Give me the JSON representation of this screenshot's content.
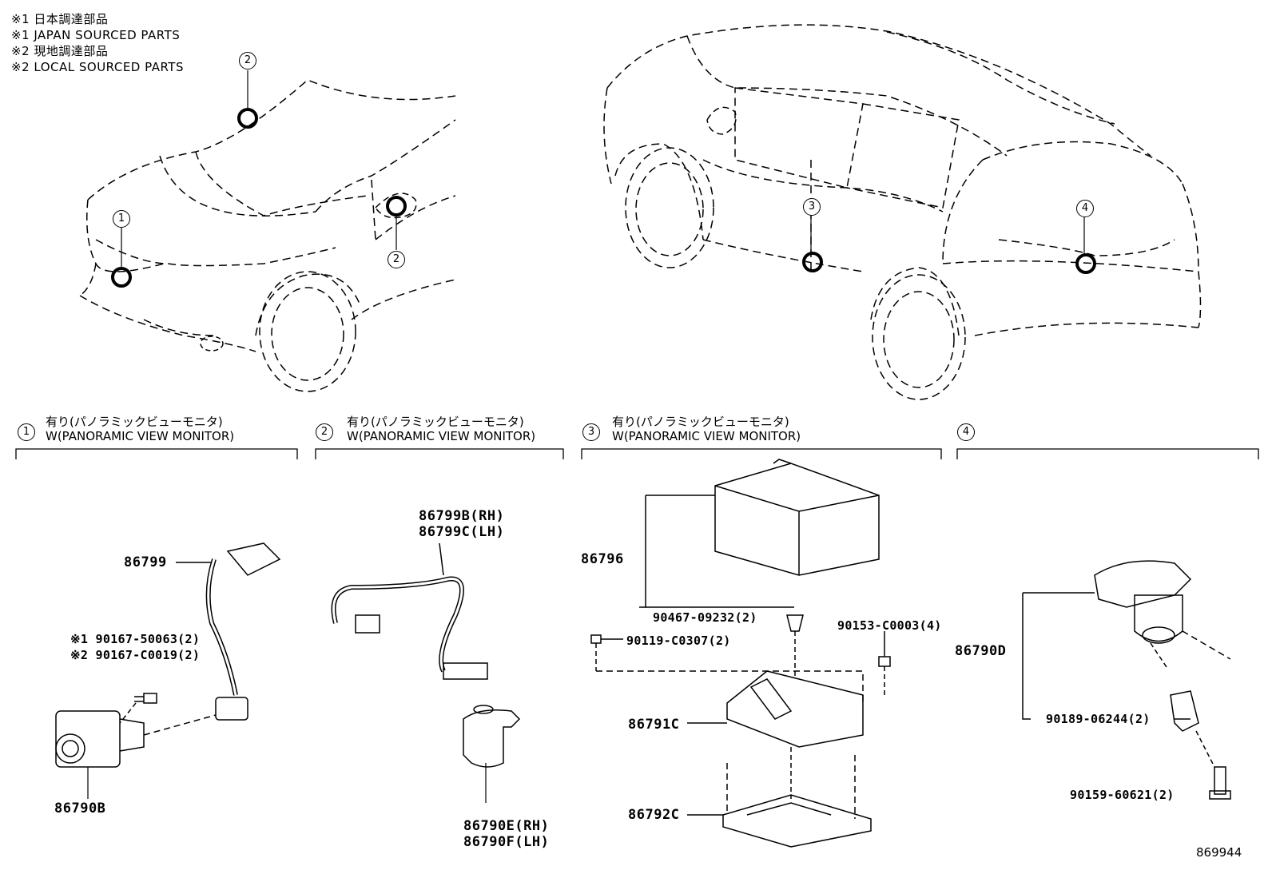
{
  "legend": [
    "※1 日本調達部品",
    "※1 JAPAN SOURCED PARTS",
    "※2 現地調達部品",
    "※2 LOCAL SOURCED PARTS"
  ],
  "callouts": {
    "c1": "1",
    "c2a": "2",
    "c2b": "2",
    "c3": "3",
    "c4": "4"
  },
  "sections": [
    {
      "num": "1",
      "jp": "有り(パノラミックビューモニタ)",
      "en": "W(PANORAMIC VIEW MONITOR)"
    },
    {
      "num": "2",
      "jp": "有り(パノラミックビューモニタ)",
      "en": "W(PANORAMIC VIEW MONITOR)"
    },
    {
      "num": "3",
      "jp": "有り(パノラミックビューモニタ)",
      "en": "W(PANORAMIC VIEW MONITOR)"
    },
    {
      "num": "4",
      "jp": "",
      "en": ""
    }
  ],
  "parts": {
    "p86799": "86799",
    "p90167a": "※1 90167-50063(2)",
    "p90167b": "※2 90167-C0019(2)",
    "p86790B": "86790B",
    "p86799B": "86799B(RH)",
    "p86799C": "86799C(LH)",
    "p86790E": "86790E(RH)",
    "p86790F": "86790F(LH)",
    "p86796": "86796",
    "p90467": "90467-09232(2)",
    "p90153": "90153-C0003(4)",
    "p90119": "90119-C0307(2)",
    "p86791C": "86791C",
    "p86792C": "86792C",
    "p86790D": "86790D",
    "p90189": "90189-06244(2)",
    "p90159": "90159-60621(2)"
  },
  "reference_number": "869944"
}
